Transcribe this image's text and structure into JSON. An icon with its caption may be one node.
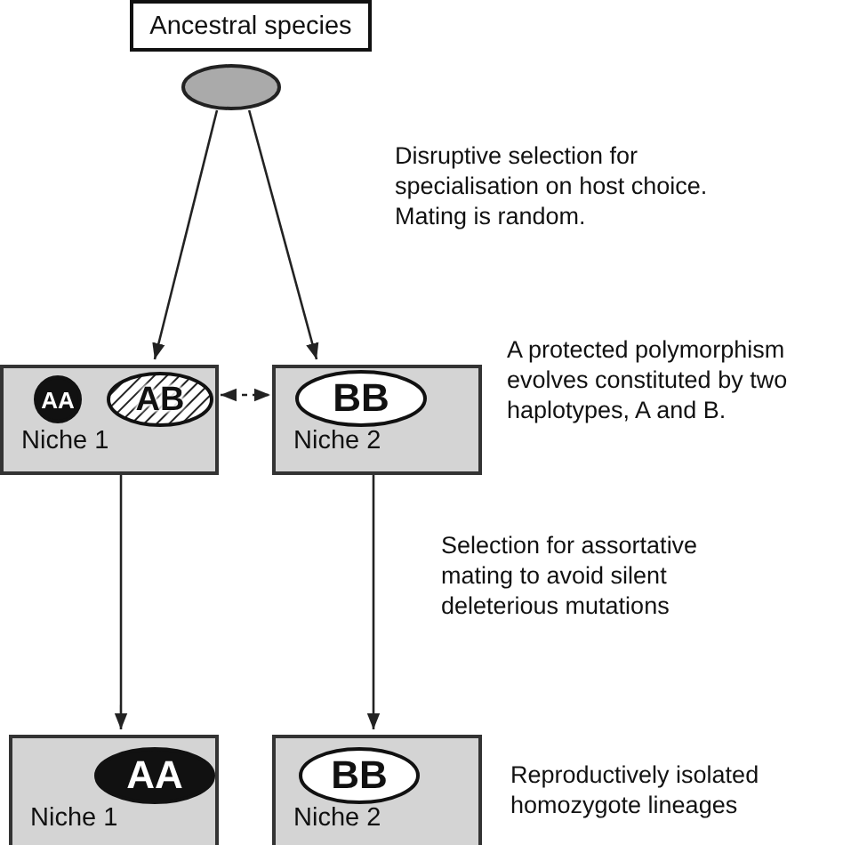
{
  "diagram": {
    "nodes": [
      {
        "text": [
          "Ancestral species"
        ]
      },
      {
        "text": [],
        "shape": "ellipse"
      },
      {
        "text": [
          "Niche 1"
        ]
      },
      {
        "text": [
          "AA"
        ],
        "in": 2
      },
      {
        "text": [
          "AB"
        ],
        "in": 2
      },
      {
        "text": [
          "Niche 2"
        ]
      },
      {
        "text": [
          "BB"
        ],
        "in": 5
      },
      {
        "text": [
          "Niche 1"
        ]
      },
      {
        "text": [
          "AA"
        ],
        "in": 7
      },
      {
        "text": [
          "Niche 2"
        ]
      },
      {
        "text": [
          "BB"
        ],
        "in": 9
      }
    ],
    "edges": [
      {
        "from": 1,
        "to": 2,
        "arrow": "to"
      },
      {
        "from": 1,
        "to": 5,
        "arrow": "to"
      },
      {
        "from": 2,
        "to": 5,
        "arrow": "both",
        "style": "dashed"
      },
      {
        "from": 2,
        "to": 7,
        "arrow": "to"
      },
      {
        "from": 5,
        "to": 9,
        "arrow": "to"
      }
    ],
    "labels": [
      "Disruptive selection for specialisation on host choice. Mating is random.",
      "A protected polymorphism evolves constituted by two haplotypes, A and B.",
      "Selection for assortative mating to avoid silent deleterious mutations",
      "Reproductively isolated homozygote lineages"
    ]
  }
}
